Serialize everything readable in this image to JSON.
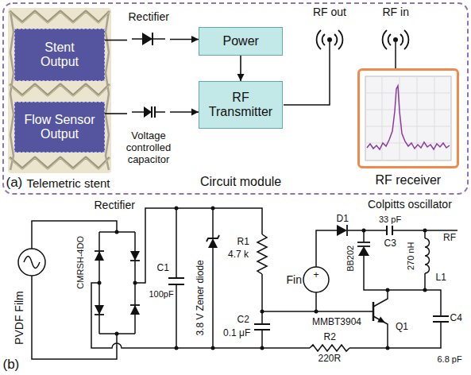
{
  "diagram": {
    "nodes": [
      {
        "text": [
          "Stent Output"
        ]
      },
      {
        "text": [
          "Flow Sensor Output"
        ]
      },
      {
        "text": [
          "Rectifier"
        ]
      },
      {
        "text": [
          "Voltage controlled capacitor"
        ]
      },
      {
        "text": [
          "Circuit module"
        ]
      },
      {
        "text": [
          "Power"
        ],
        "in": 4
      },
      {
        "text": [
          "RF Transmitter"
        ],
        "in": 4
      },
      {
        "text": [
          "RF receiver"
        ]
      },
      {
        "text": [
          "Rectifier",
          "CMRSH-4DO"
        ]
      },
      {
        "text": [
          "Colpitts oscillator"
        ]
      }
    ],
    "edges": [
      {
        "from": 0,
        "to": 2,
        "arrow": "none"
      },
      {
        "from": 2,
        "to": 5,
        "arrow": "to"
      },
      {
        "from": 5,
        "to": 6,
        "arrow": "to"
      },
      {
        "from": 1,
        "to": 3,
        "arrow": "none"
      },
      {
        "from": 3,
        "to": 6,
        "arrow": "to"
      }
    ],
    "labels": [
      "(a)",
      "Telemetric stent",
      "RF out",
      "RF in",
      "PVDF Film",
      "C1",
      "100pF",
      "3.8 V Zener diode",
      "R1",
      "4.7 k",
      "C2",
      "0.1 μF",
      "Fin",
      "+",
      "D1",
      "33 pF",
      "C3",
      "BB202",
      "270 nH",
      "L1",
      "RF",
      "MMBT3904",
      "Q1",
      "R2",
      "220R",
      "6.8 pF",
      "C4",
      "(b)"
    ]
  }
}
